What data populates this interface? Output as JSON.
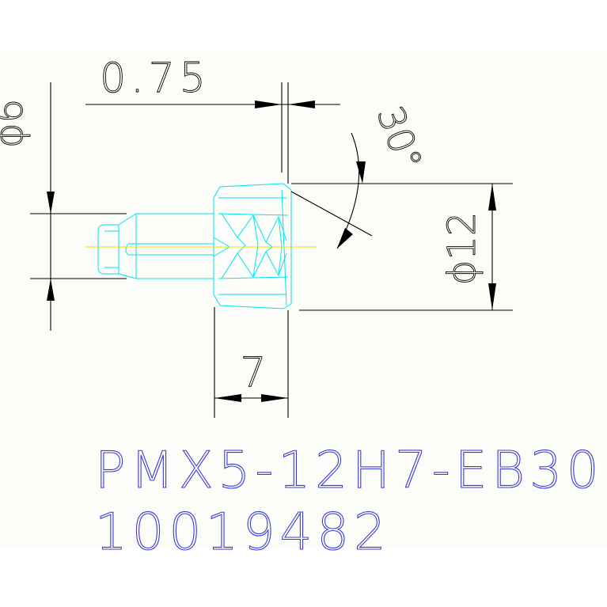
{
  "drawing": {
    "dimensions": {
      "shank_diameter": "ϕ6",
      "chamfer_offset": "0.75",
      "chamfer_angle": "30°",
      "head_diameter": "ϕ12",
      "head_length": "7"
    },
    "part_number": "PMX5-12H7-EB30",
    "item_code": "10019482"
  },
  "colors": {
    "background": "#fcfcf9",
    "part_outline": "#00e5ee",
    "centerline": "#e8e800",
    "dimension": "#000000",
    "label": "#3b3bd6"
  }
}
